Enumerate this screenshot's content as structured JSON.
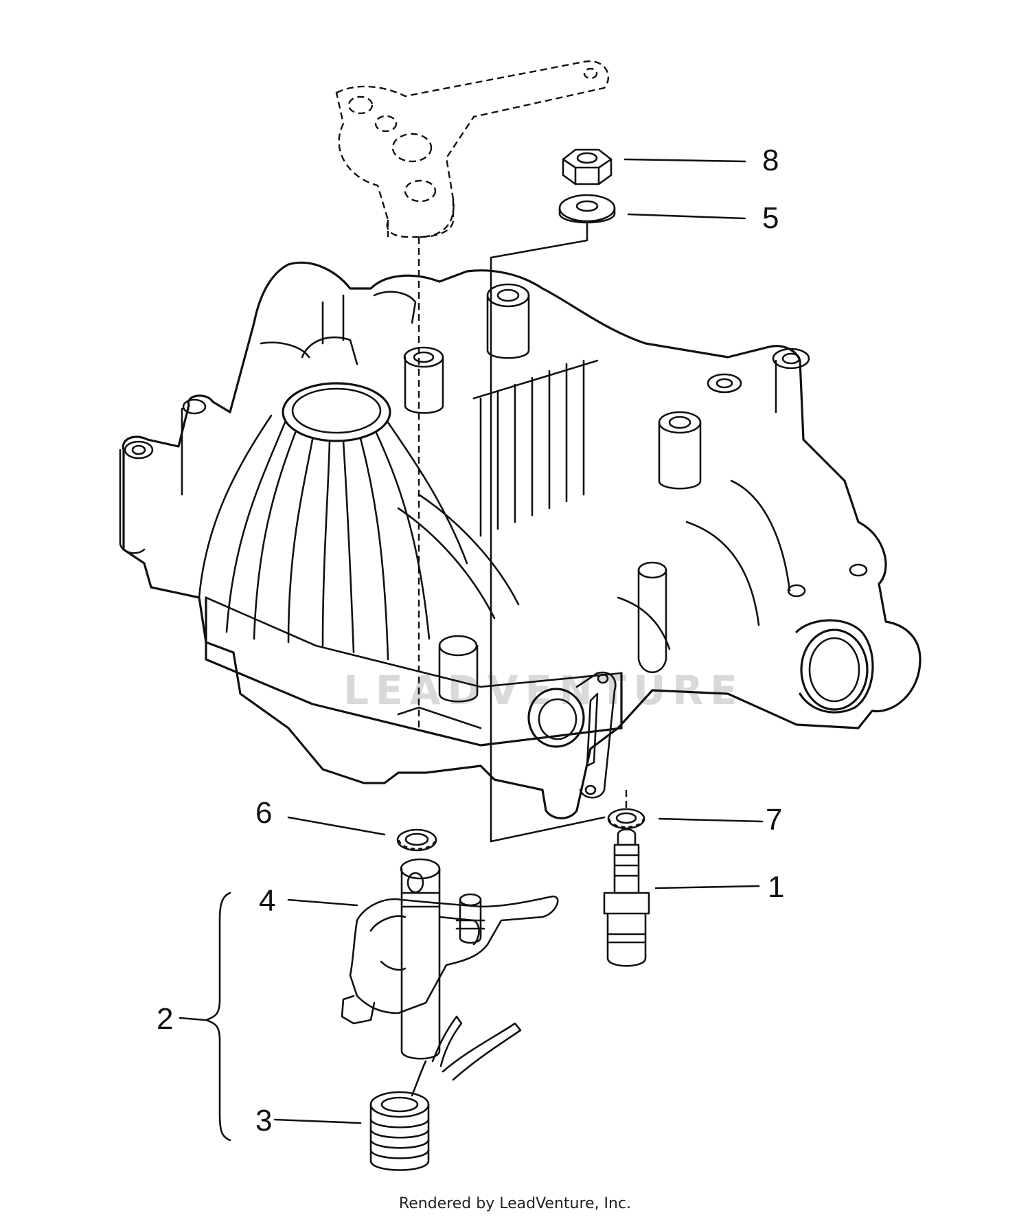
{
  "callouts": [
    {
      "id": "8",
      "label": "8"
    },
    {
      "id": "5",
      "label": "5"
    },
    {
      "id": "6",
      "label": "6"
    },
    {
      "id": "7",
      "label": "7"
    },
    {
      "id": "1",
      "label": "1"
    },
    {
      "id": "4",
      "label": "4"
    },
    {
      "id": "2",
      "label": "2"
    },
    {
      "id": "3",
      "label": "3"
    }
  ],
  "footer": {
    "credit": "Rendered by LeadVenture, Inc."
  },
  "watermark": "LEADVENTURE",
  "colors": {
    "line": "#111111",
    "background": "#ffffff",
    "watermark": "#d9d9d9"
  }
}
